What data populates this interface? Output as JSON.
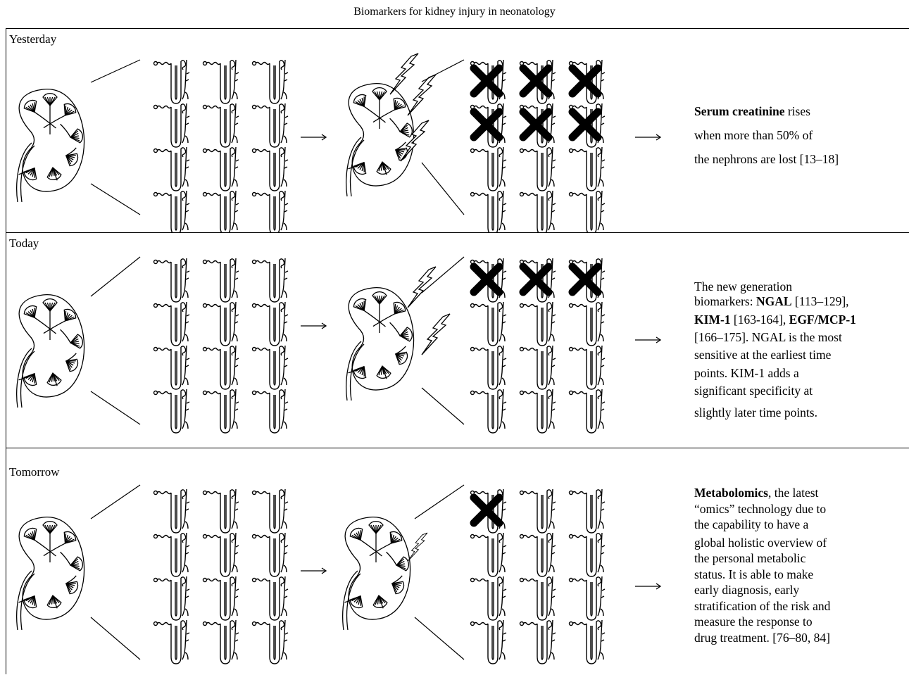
{
  "title": "Biomarkers for kidney injury in neonatology",
  "colors": {
    "ink": "#000000",
    "background": "#ffffff"
  },
  "rows": [
    {
      "label": "Yesterday",
      "lost_nephron_crosses": 6,
      "description": {
        "b1": "Serum creatinine",
        "t1": " rises",
        "line2": "when more than 50% of",
        "line3": "the nephrons are lost [13–18]"
      }
    },
    {
      "label": "Today",
      "lost_nephron_crosses": 3,
      "description": {
        "line1": "The new generation",
        "l2a": "biomarkers: ",
        "l2b": "NGAL",
        "l2c": " [113–129],",
        "l3b": "KIM-1",
        "l3c": " [163-164], ",
        "l3d": "EGF/MCP-1",
        "l4": "[166–175]. NGAL is the most",
        "l5": "sensitive at the earliest time",
        "l6": "points. KIM-1 adds a",
        "l7": "significant specificity at",
        "l8": "slightly later time points."
      }
    },
    {
      "label": "Tomorrow",
      "lost_nephron_crosses": 1,
      "description": {
        "b1": "Metabolomics",
        "t1": ", the latest",
        "l2": "“omics” technology due to",
        "l3": "the capability to have a",
        "l4": "global holistic overview of",
        "l5": "the personal metabolic",
        "l6": "status. It is able to make",
        "l7": "early diagnosis, early",
        "l8": "stratification of the risk and",
        "l9": "measure the response to",
        "l10": "drug treatment. [76–80, 84]"
      }
    }
  ]
}
